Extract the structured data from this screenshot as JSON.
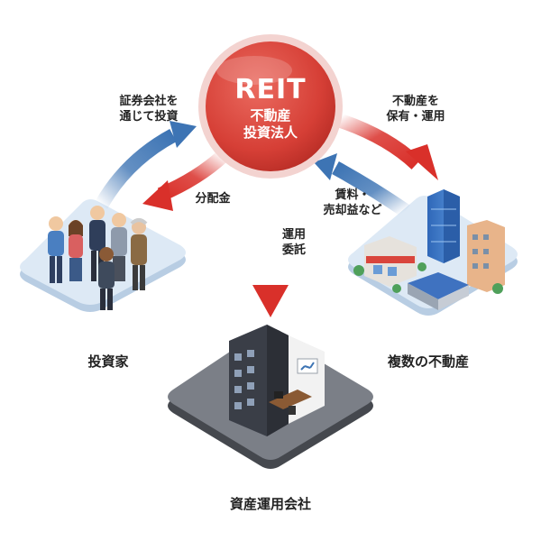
{
  "center": {
    "title": "REIT",
    "subtitle": "不動産\n投資法人"
  },
  "nodes": {
    "investors": "投資家",
    "properties": "複数の不動産",
    "manager": "資産運用会社"
  },
  "arrows": {
    "invest_via_brokers": "証券会社を\n通じて投資",
    "distribution": "分配金",
    "outsourcing": "運用\n委託",
    "hold_operate": "不動産を\n保有・運用",
    "rent_income": "賃料・\n売却益など"
  },
  "colors": {
    "reit_red": "#d9453c",
    "arrow_red": "#d9302a",
    "arrow_blue": "#3d74b4",
    "platform": "#d9e6f3",
    "platform_dark": "#6b6e75"
  }
}
